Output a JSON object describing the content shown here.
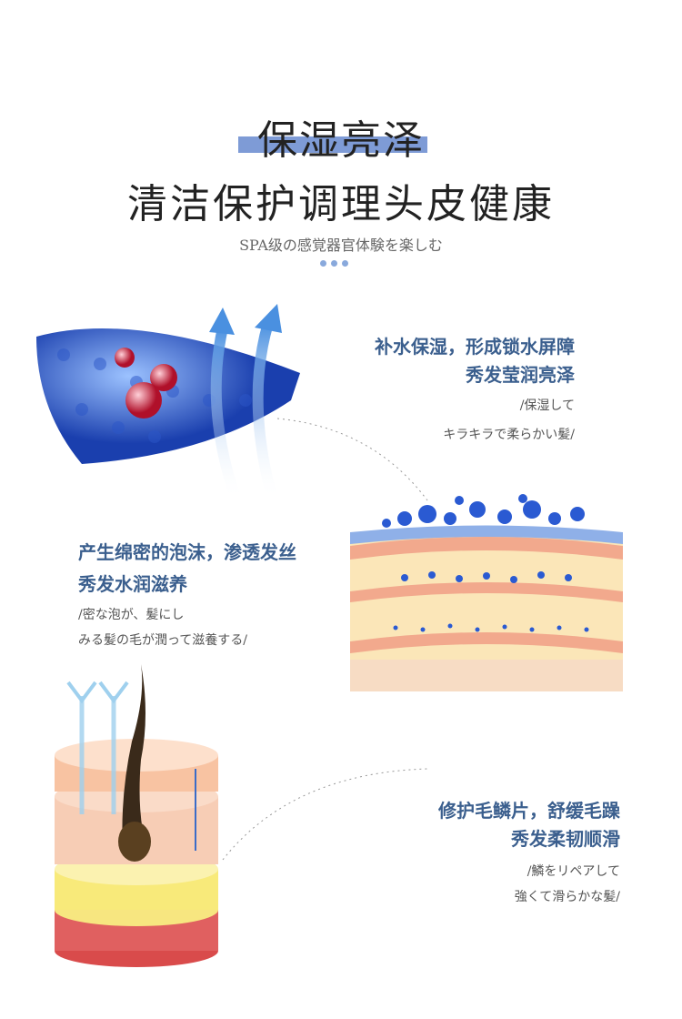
{
  "header": {
    "title_line1": "保湿亮泽",
    "title_line2": "清洁保护调理头皮健康",
    "subtitle": "SPA级の感覚器官体験を楽しむ"
  },
  "features": [
    {
      "headline": [
        "补水保湿，形成锁水屏障",
        "秀发莹润亮泽"
      ],
      "japanese": [
        "/保湿して",
        "キラキラで柔らかい髪/"
      ]
    },
    {
      "headline": [
        "产生绵密的泡沫，渗透发丝",
        "秀发水润滋养"
      ],
      "japanese": [
        "/密な泡が、髪にし",
        "みる髪の毛が潤って滋養する/"
      ]
    },
    {
      "headline": [
        "修护毛鳞片，舒缓毛躁",
        "秀发柔韧顺滑"
      ],
      "japanese": [
        "/鱗をリペアして",
        "強くて滑らかな髪/"
      ]
    }
  ],
  "colors": {
    "accent": "#7e9bd6",
    "headline": "#3b5f8e"
  }
}
